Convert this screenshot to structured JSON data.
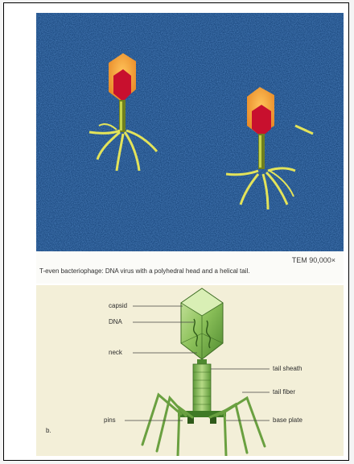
{
  "figure": {
    "magnification": "TEM 90,000×",
    "caption": "T-even bacteriophage: DNA virus with a polyhedral head and a helical tail.",
    "panel_label": "b."
  },
  "labels": {
    "capsid": "capsid",
    "dna": "DNA",
    "neck": "neck",
    "tail_sheath": "tail sheath",
    "tail_fiber": "tail fiber",
    "pins": "pins",
    "base_plate": "base plate"
  },
  "colors": {
    "micrograph_bg": "#1d4a80",
    "phage_head": "#f2a338",
    "phage_core": "#c8102e",
    "phage_tail": "#6f7f1f",
    "phage_fibers": "#e3e35a",
    "diagram_bg": "#f3efd8",
    "diagram_green": "#7fb24a"
  }
}
